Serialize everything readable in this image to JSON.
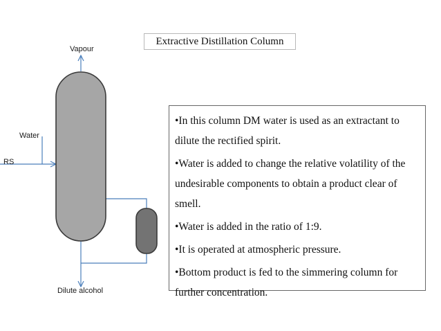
{
  "title": "Extractive Distillation Column",
  "labels": {
    "vapour": "Vapour",
    "water": "Water",
    "rs": "RS",
    "dilute_alcohol": "Dilute alcohol"
  },
  "bullets": [
    [
      "•In this column DM water is used as an extractant to",
      "dilute the rectified spirit."
    ],
    [
      "•Water is added to change the relative volatility of the",
      "undesirable components to obtain a product clear of",
      "smell."
    ],
    [
      "•Water is added in the ratio of 1:9."
    ],
    [
      "•It is operated at atmospheric pressure."
    ],
    [
      "•Bottom product is fed to the simmering column for",
      "further concentration."
    ]
  ],
  "colors": {
    "column_fill": "#a6a6a6",
    "reboiler_fill": "#737373",
    "vessel_stroke": "#3a3a3a",
    "pipe": "#4a7ebb"
  }
}
